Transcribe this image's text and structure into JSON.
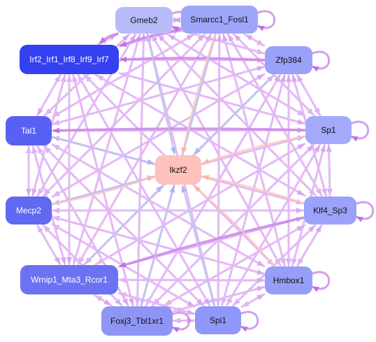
{
  "network": {
    "colors": {
      "edge_regular": "#e3b8f4",
      "edge_strong": "#c986e8",
      "edge_blue": "#b9c4f2",
      "edge_orange": "#fbc8bb",
      "hub_fill": "#ffc1bc"
    },
    "hub": {
      "id": "ikzf2",
      "label": "Ikzf2"
    },
    "nodes": [
      {
        "id": "gmeb2",
        "label": "Gmeb2",
        "color": "#b7bcf8",
        "text_color": "#111111"
      },
      {
        "id": "smarcc1",
        "label": "Smarcc1_Fosl1",
        "color": "#9fa6f9",
        "text_color": "#111111"
      },
      {
        "id": "zfp384",
        "label": "Zfp384",
        "color": "#9aa1fb",
        "text_color": "#111111"
      },
      {
        "id": "sp1",
        "label": "Sp1",
        "color": "#a3a9fb",
        "text_color": "#111111"
      },
      {
        "id": "klf4",
        "label": "Klf4_Sp3",
        "color": "#9ca2fa",
        "text_color": "#111111"
      },
      {
        "id": "hmbox1",
        "label": "Hmbox1",
        "color": "#979ef7",
        "text_color": "#111111"
      },
      {
        "id": "spi1",
        "label": "Spi1",
        "color": "#9097fb",
        "text_color": "#111111"
      },
      {
        "id": "foxj3",
        "label": "Foxj3_Tbl1xr1",
        "color": "#8e95f4",
        "text_color": "#111111"
      },
      {
        "id": "wrnip1",
        "label": "Wrnip1_Mta3_Rcor1",
        "color": "#6b73f2",
        "text_color": "#ffffff"
      },
      {
        "id": "mecp2",
        "label": "Mecp2",
        "color": "#6169f1",
        "text_color": "#ffffff"
      },
      {
        "id": "tal1",
        "label": "Tal1",
        "color": "#5961f4",
        "text_color": "#ffffff"
      },
      {
        "id": "irf2",
        "label": "Irf2_Irf1_Irf8_Irf9_Irf7",
        "color": "#3540f0",
        "text_color": "#ffffff"
      }
    ],
    "self_loops": [
      "gmeb2",
      "smarcc1",
      "zfp384",
      "sp1",
      "klf4",
      "hmbox1",
      "spi1",
      "foxj3"
    ],
    "hub_edges_blue": [
      "gmeb2",
      "smarcc1",
      "tal1",
      "mecp2",
      "wrnip1",
      "foxj3",
      "spi1",
      "zfp384"
    ],
    "hub_edges_orange": [
      "sp1",
      "klf4",
      "hmbox1",
      "smarcc1",
      "mecp2"
    ],
    "strong_edges": [
      [
        "smarcc1",
        "irf2"
      ],
      [
        "gmeb2",
        "irf2"
      ],
      [
        "zfp384",
        "irf2"
      ],
      [
        "klf4",
        "wrnip1"
      ],
      [
        "sp1",
        "tal1"
      ]
    ]
  }
}
